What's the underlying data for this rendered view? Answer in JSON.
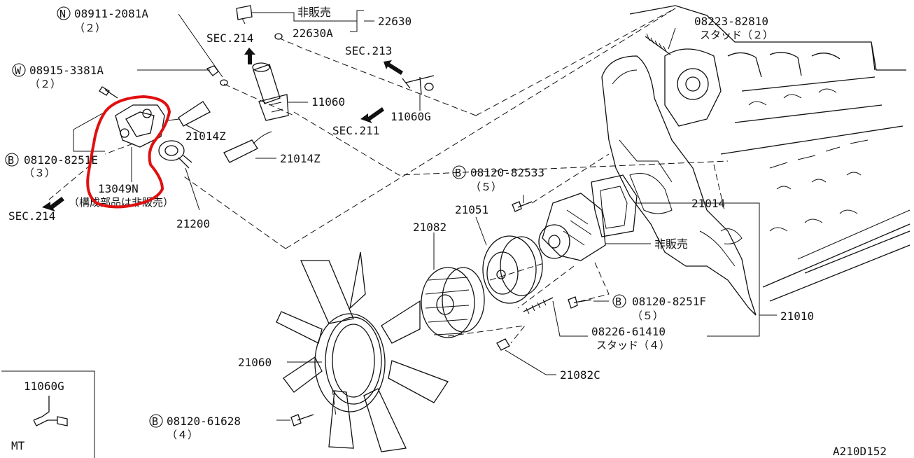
{
  "diagram_code": "A210D152",
  "labels": {
    "p08911": "08911-2081A",
    "q2a": "（２）",
    "hisee1": "非販売",
    "p22630": "22630",
    "p22630A": "22630A",
    "sec214a": "SEC.214",
    "sec213": "SEC.213",
    "p08223": "08223-82810",
    "stud2": "スタッド（２）",
    "p08915": "08915-3381A",
    "q2b": "（２）",
    "p11060": "11060",
    "p11060G": "11060G",
    "sec211": "SEC.211",
    "p21014Za": "21014Z",
    "p08120_8251E": "08120-8251E",
    "q3": "（３）",
    "p21014Zb": "21014Z",
    "p13049N": "13049N",
    "kosei": "（構成部品は非販売）",
    "sec214b": "SEC.214",
    "p21200": "21200",
    "p08120_82533": "08120-82533",
    "q5a": "（５）",
    "p21051": "21051",
    "p21014": "21014",
    "p21082": "21082",
    "hisee2": "非販売",
    "p08120_8251F": "08120-8251F",
    "q5b": "（５）",
    "p21010": "21010",
    "p08226": "08226-61410",
    "stud4": "スタッド（４）",
    "p21060": "21060",
    "p21082C": "21082C",
    "p08120_61628": "08120-61628",
    "q4": "（４）",
    "inset_part": "11060G",
    "inset_mt": "MT"
  },
  "prefix": {
    "N": "N",
    "W": "W",
    "B": "B"
  },
  "colors": {
    "ink": "#111111",
    "highlight": "#e01010",
    "background": "#ffffff"
  }
}
